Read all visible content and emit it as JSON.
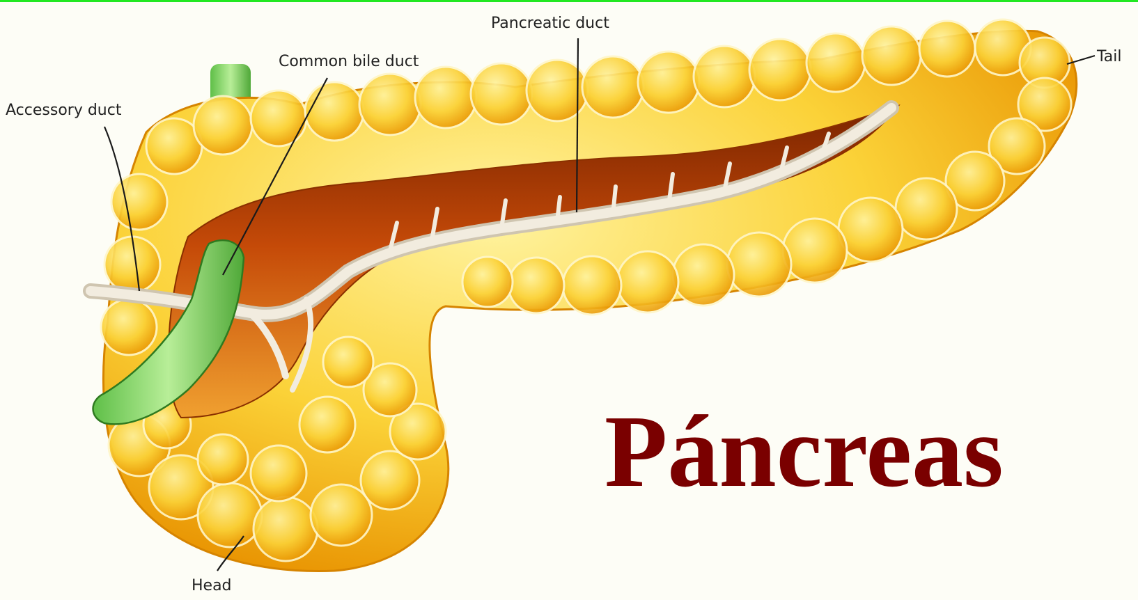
{
  "diagram": {
    "labels": {
      "pancreatic_duct": "Pancreatic duct",
      "common_bile_duct": "Common bile duct",
      "accessory_duct": "Accessory duct",
      "tail": "Tail",
      "head": "Head"
    },
    "title": "Páncreas"
  },
  "colors": {
    "background": "#fdfdf6",
    "top_border": "#22e822",
    "lobule_light": "#ffe873",
    "lobule_mid": "#f7c21a",
    "lobule_dark": "#e08a00",
    "cavity": "#c84a08",
    "duct": "#ede6d6",
    "bile_duct": "#8fd870",
    "title": "#7a0000"
  }
}
